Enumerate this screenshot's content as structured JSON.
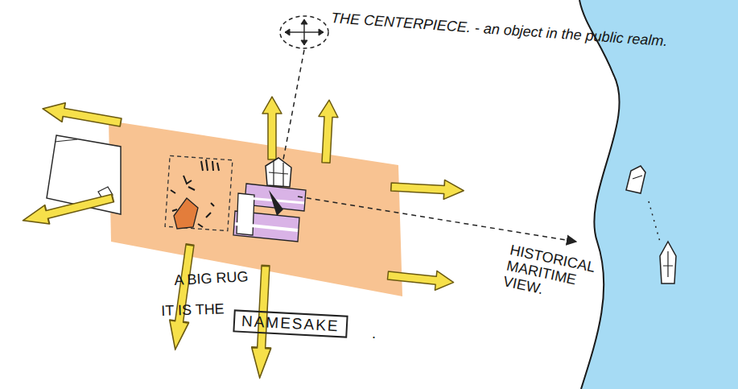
{
  "diagram": {
    "nodes": [
      {
        "text": [
          "THE CENTERPIECE. - an object in the public realm."
        ]
      },
      {
        "text": [
          "NAMESAKE"
        ]
      }
    ],
    "labels": [
      "A BIG RUG",
      "IT IS THE",
      ".",
      "HISTORICAL MARITIME VIEW."
    ]
  }
}
